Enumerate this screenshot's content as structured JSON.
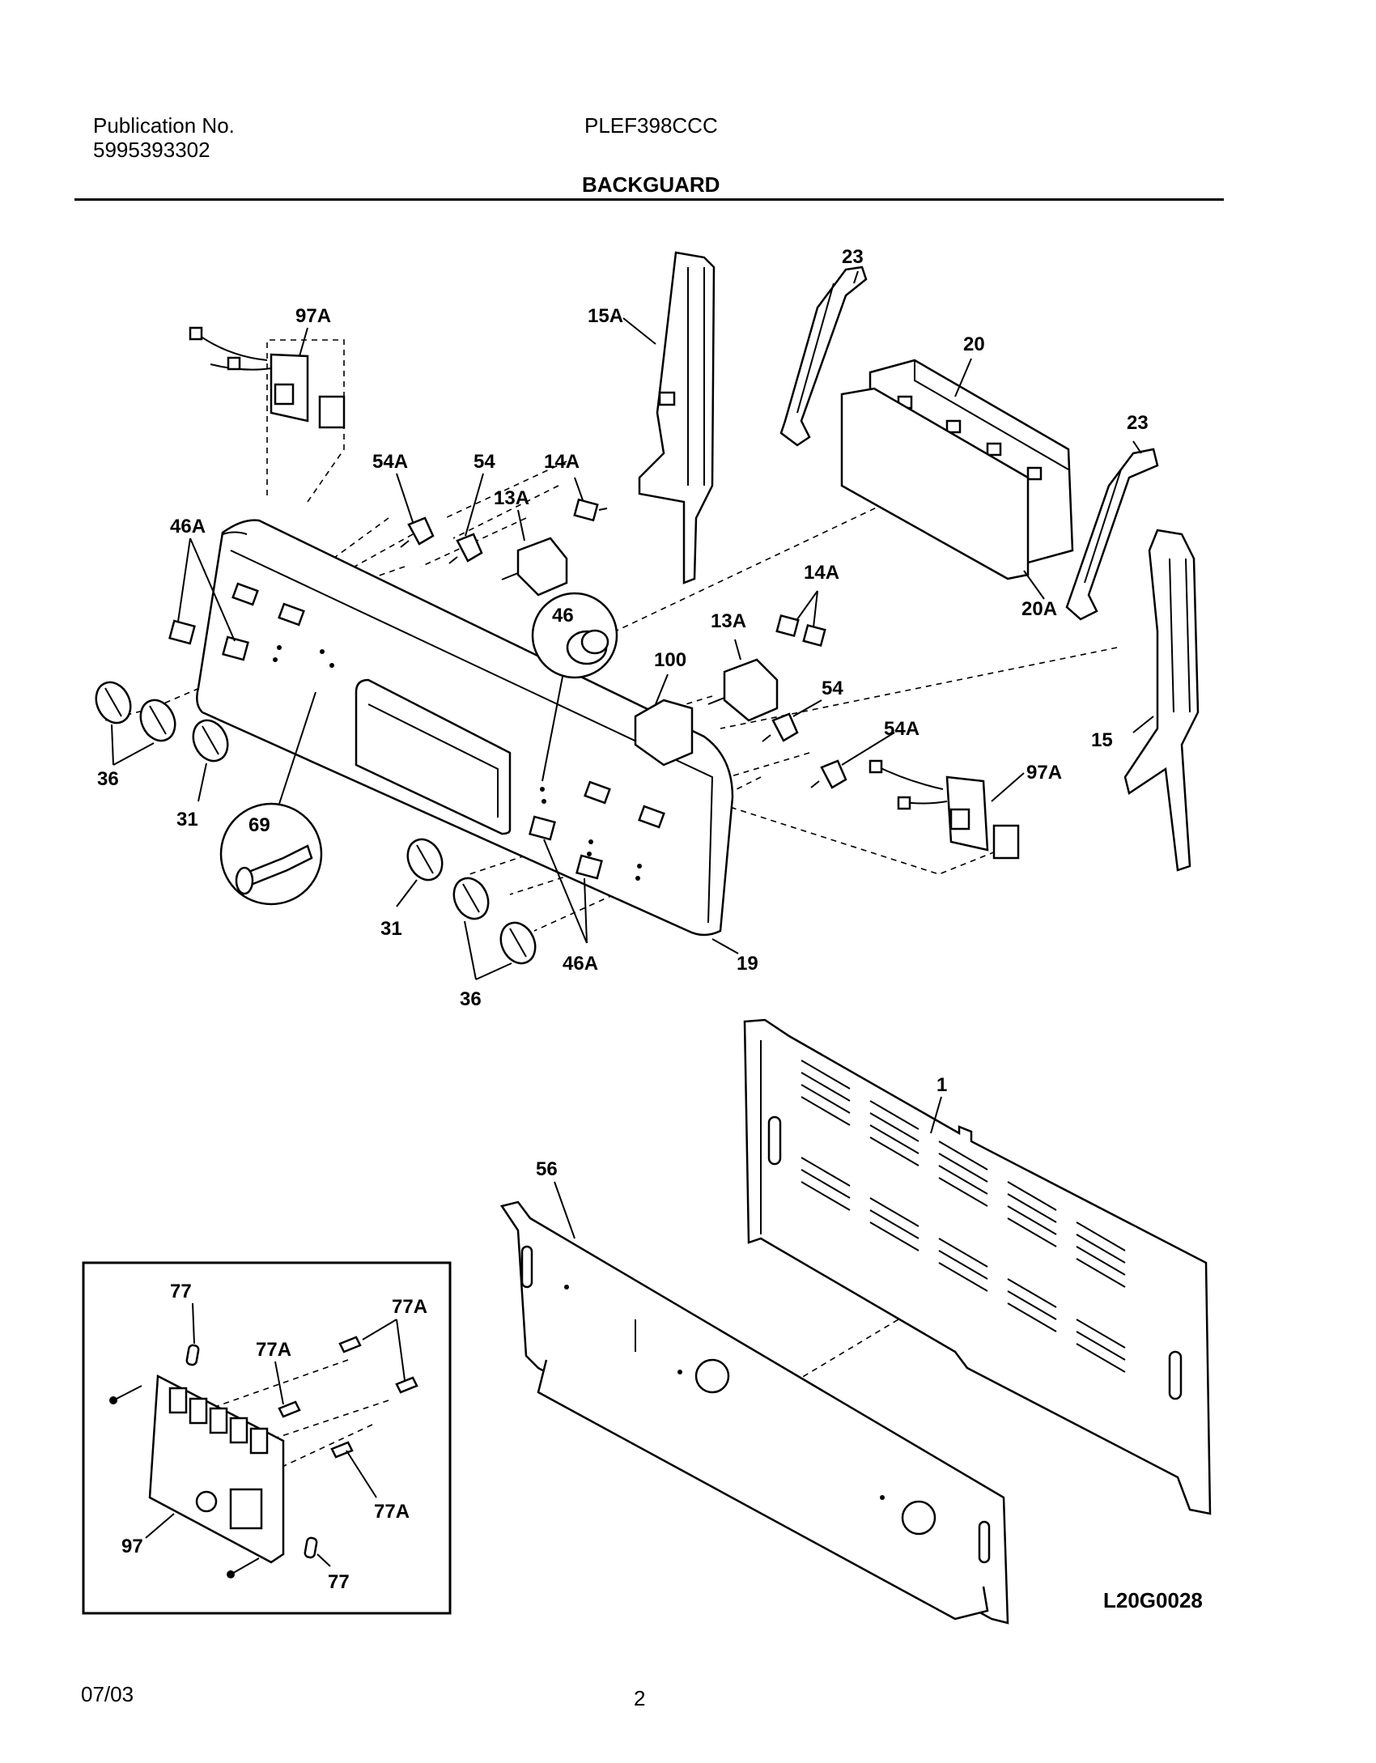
{
  "header": {
    "publication_label": "Publication No.",
    "publication_number": "5995393302",
    "model": "PLEF398CCC",
    "section_title": "BACKGUARD"
  },
  "footer": {
    "date": "07/03",
    "page": "2",
    "figure_code": "L20G0028"
  },
  "callouts": {
    "p97A_top": "97A",
    "p15A": "15A",
    "p23_top": "23",
    "p20": "20",
    "p23_right": "23",
    "p54A_top": "54A",
    "p54_top": "54",
    "p14A_top": "14A",
    "p13A_top": "13A",
    "p46A_left": "46A",
    "p46": "46",
    "p14A_right": "14A",
    "p13A_mid": "13A",
    "p100": "100",
    "p54_mid": "54",
    "p20A": "20A",
    "p15": "15",
    "p54A_mid": "54A",
    "p97A_right": "97A",
    "p36_left": "36",
    "p31_left": "31",
    "p69": "69",
    "p31_bottom": "31",
    "p46A_bottom": "46A",
    "p19": "19",
    "p36_bottom": "36",
    "p1": "1",
    "p56": "56",
    "inset_77_top": "77",
    "inset_77A_top": "77A",
    "inset_77A_mid": "77A",
    "inset_77A_right": "77A",
    "inset_97": "97",
    "inset_77_bottom": "77"
  }
}
